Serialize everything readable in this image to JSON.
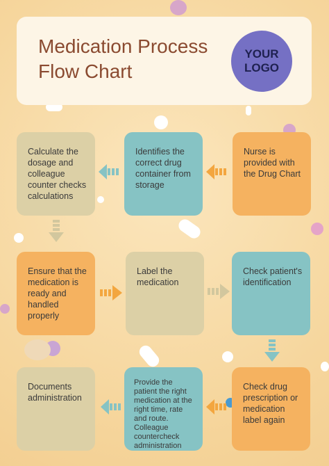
{
  "header": {
    "title": "Medication Process Flow Chart",
    "logo_text": "YOUR\nLOGO"
  },
  "colors": {
    "beige": "#dcd0a6",
    "teal": "#86c3c4",
    "orange": "#f5b260",
    "title": "#8a4a30",
    "logo": "#7570c4"
  },
  "steps": [
    {
      "text": "Nurse is provided with the Drug Chart"
    },
    {
      "text": "Identifies the correct drug container from storage"
    },
    {
      "text": "Calculate the dosage and colleague counter checks calculations"
    },
    {
      "text": "Ensure that the medication is ready and handled properly"
    },
    {
      "text": "Label the medication"
    },
    {
      "text": "Check patient's identification"
    },
    {
      "text": "Check drug prescription or medication label again"
    },
    {
      "text": "Provide the patient the right medication at the right time, rate and route. Colleague countercheck administration"
    },
    {
      "text": "Documents administration"
    }
  ]
}
